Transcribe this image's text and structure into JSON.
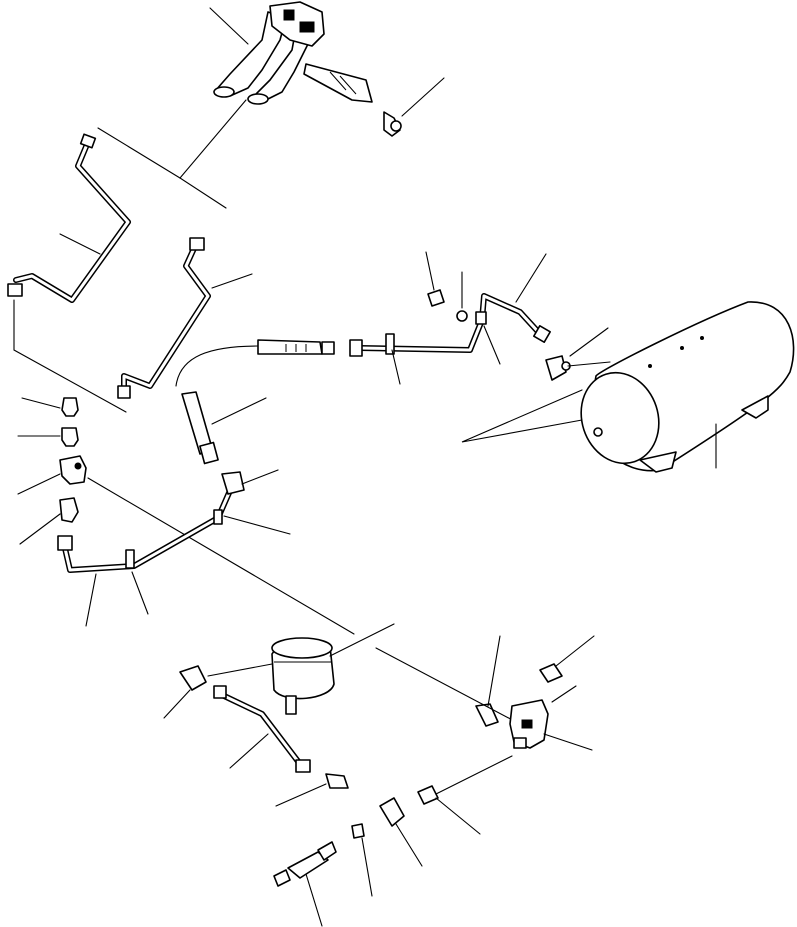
{
  "diagram": {
    "type": "exploded-parts-view",
    "components": [
      "horn-assembly",
      "horn-mount-bolt",
      "horn-supply-pipe-left",
      "horn-supply-pipe-right",
      "fittings-stack",
      "flexible-hose",
      "long-air-pipe",
      "pipe-clamp-bolt",
      "rear-pipe",
      "air-tank",
      "tank-elbow-fitting",
      "lower-pipe",
      "air-filter-canister",
      "filter-pipe",
      "valve-block",
      "valve-bolt",
      "small-hose",
      "connector-fittings"
    ],
    "labels": []
  }
}
